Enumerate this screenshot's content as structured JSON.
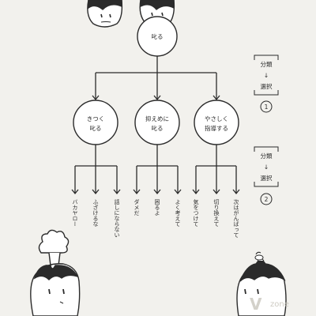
{
  "root": {
    "label": "叱る"
  },
  "level1": [
    {
      "line1": "きつく",
      "line2": "叱る"
    },
    {
      "line1": "抑えめに",
      "line2": "叱る"
    },
    {
      "line1": "やさしく",
      "line2": "指導する"
    }
  ],
  "leaves": [
    "バカヤロー",
    "ふざけるな",
    "話しにならない",
    "ダメだ",
    "困るよ",
    "よく考えて",
    "気をつけて",
    "切り換えて",
    "次はがんばって"
  ],
  "legend": [
    {
      "top": "分類",
      "arrow": "↓",
      "bottom": "選択",
      "num": "1"
    },
    {
      "top": "分類",
      "arrow": "↓",
      "bottom": "選択",
      "num": "2"
    }
  ],
  "watermark": {
    "prefix": "V",
    "word": "zone"
  },
  "colors": {
    "line": "#2b2b2b",
    "bg": "#f2f1ed",
    "skin": "#ffffff",
    "watermark": "#c9c6bd"
  }
}
